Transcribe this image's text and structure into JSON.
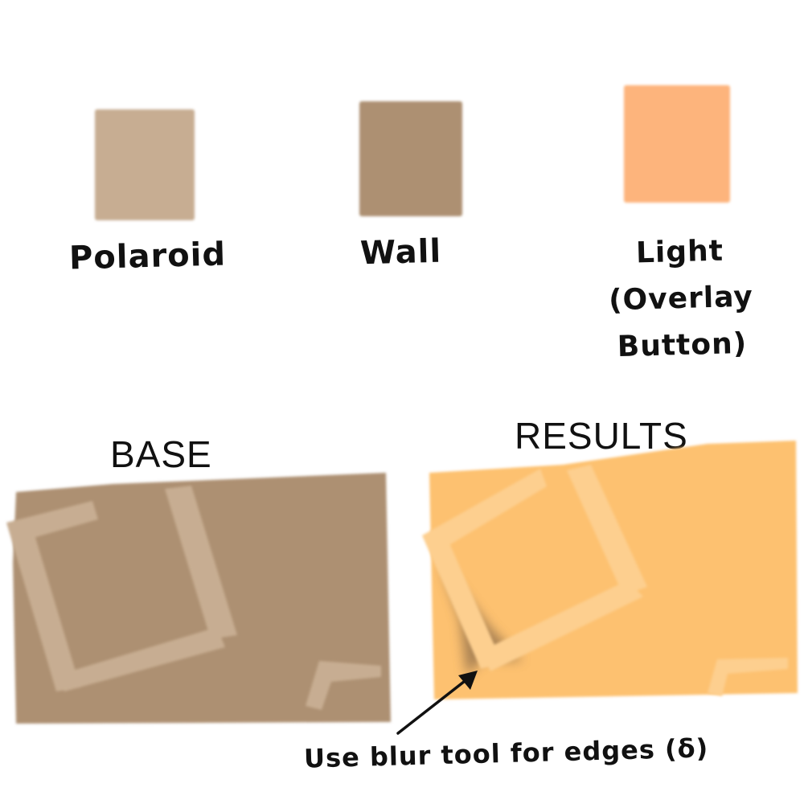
{
  "swatches": [
    {
      "id": "polaroid",
      "label": "Polaroid",
      "color": "#c7ad92"
    },
    {
      "id": "wall",
      "label": "Wall",
      "color": "#ad9072"
    },
    {
      "id": "light",
      "label_lines": [
        "Light",
        "(Overlay",
        "Button)"
      ],
      "color": "#fdb47c"
    }
  ],
  "panels": {
    "base": {
      "title": "BASE",
      "wall_color": "#ad9072",
      "frame_color": "#c7ad92"
    },
    "results": {
      "title": "RESULTS",
      "wall_color": "#fdc170",
      "frame_color": "#fdcf8f",
      "shadow_color": "#8f6e4c"
    }
  },
  "annotation": {
    "text": "Use blur tool for edges (δ)"
  }
}
